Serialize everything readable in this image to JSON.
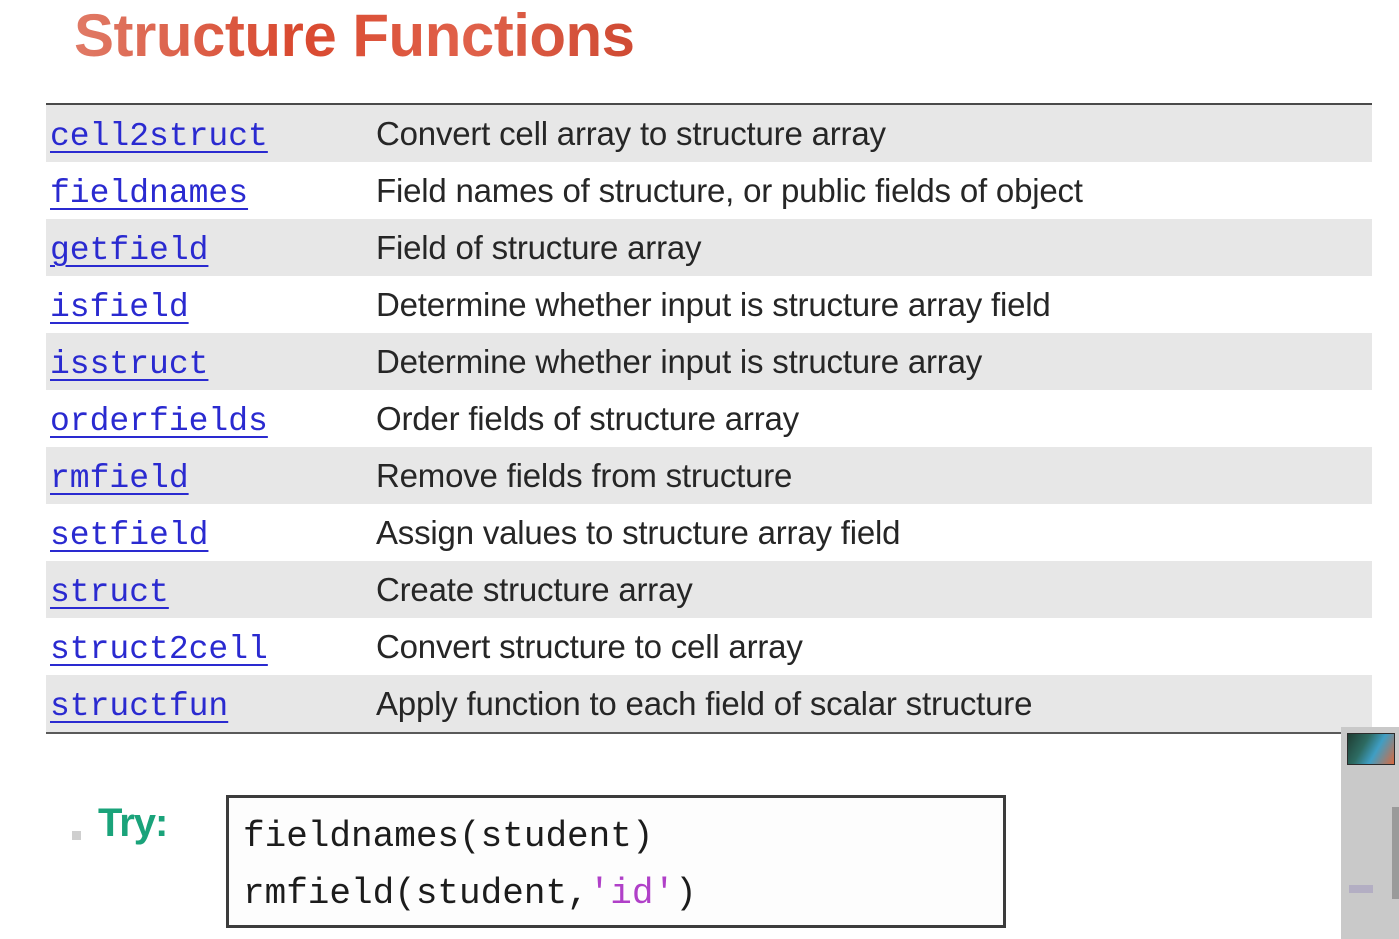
{
  "slide": {
    "title": "Structure Functions",
    "title_color": "#d4563f"
  },
  "table": {
    "link_color": "#2a2ad0",
    "stripe_color": "#e7e7e7",
    "rows": [
      {
        "name": "cell2struct",
        "desc": "Convert cell array to structure array"
      },
      {
        "name": "fieldnames",
        "desc": "Field names of structure, or public fields of object"
      },
      {
        "name": "getfield",
        "desc": "Field of structure array"
      },
      {
        "name": "isfield",
        "desc": "Determine whether input is structure array field"
      },
      {
        "name": "isstruct",
        "desc": "Determine whether input is structure array"
      },
      {
        "name": "orderfields",
        "desc": "Order fields of structure array"
      },
      {
        "name": "rmfield",
        "desc": "Remove fields from structure"
      },
      {
        "name": "setfield",
        "desc": "Assign values to structure array field"
      },
      {
        "name": "struct",
        "desc": "Create structure array"
      },
      {
        "name": "struct2cell",
        "desc": "Convert structure to cell array"
      },
      {
        "name": "structfun",
        "desc": "Apply function to each field of scalar structure"
      }
    ]
  },
  "try_section": {
    "label": "Try:",
    "label_color": "#1aa37a",
    "code": {
      "line1": "fieldnames(student)",
      "line2_prefix": "rmfield(student,",
      "line2_string": "'id'",
      "line2_suffix": ")",
      "string_color": "#b040c8"
    }
  }
}
